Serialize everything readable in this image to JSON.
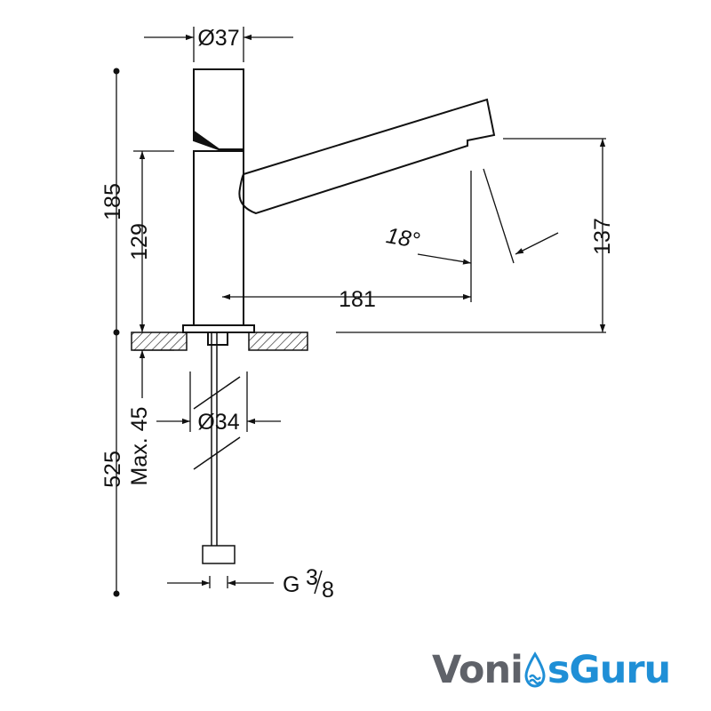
{
  "dimensions": {
    "top_diameter": "Ø37",
    "spout_height": "137",
    "body_height": "129",
    "total_height": "185",
    "spout_reach": "181",
    "swivel_angle": "18°",
    "pipe_diameter": "Ø34",
    "max_thickness": "Max. 45",
    "flex_length": "525",
    "thread": "G",
    "thread_fraction_num": "3",
    "thread_fraction_den": "8"
  },
  "watermark": {
    "part1": "Voni",
    "part2": "sGuru"
  },
  "colors": {
    "line": "#111111",
    "brand_gray": "#5f6269",
    "brand_blue": "#1f8fd6"
  }
}
